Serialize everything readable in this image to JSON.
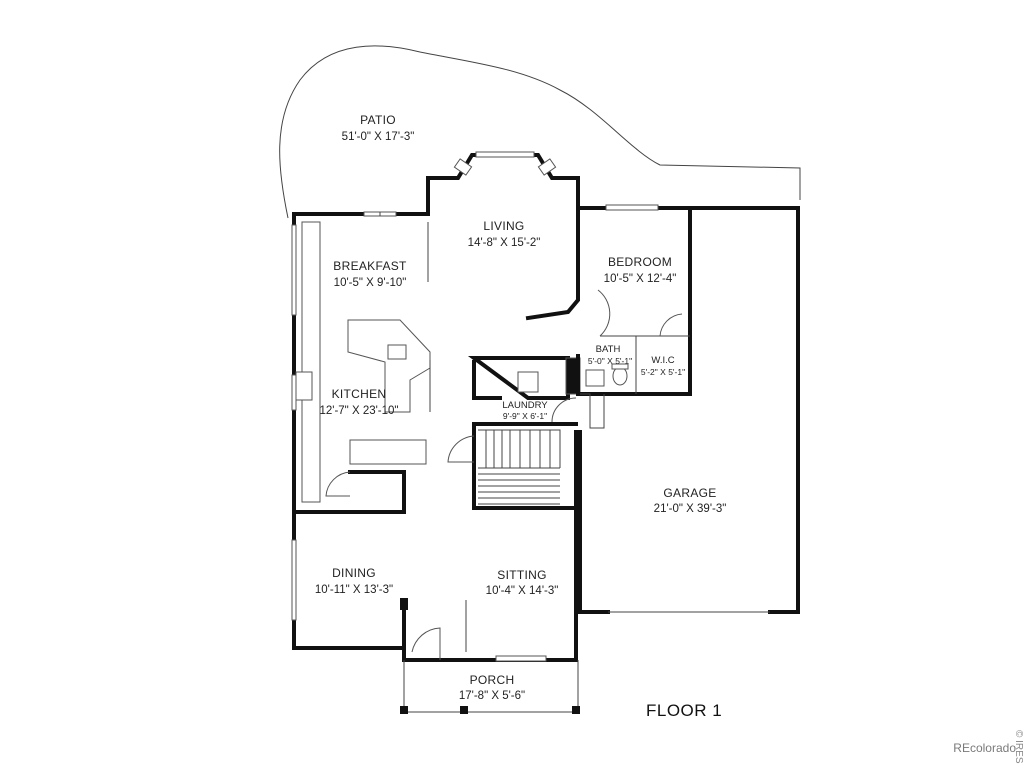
{
  "rooms": {
    "patio": {
      "name": "PATIO",
      "dims": "51'-0\" X 17'-3\""
    },
    "living": {
      "name": "LIVING",
      "dims": "14'-8\" X 15'-2\""
    },
    "breakfast": {
      "name": "BREAKFAST",
      "dims": "10'-5\" X 9'-10\""
    },
    "bedroom": {
      "name": "BEDROOM",
      "dims": "10'-5\" X 12'-4\""
    },
    "bath": {
      "name": "BATH",
      "dims": "5'-0\" X 5'-1\""
    },
    "wic": {
      "name": "W.I.C",
      "dims": "5'-2\" X 5'-1\""
    },
    "kitchen": {
      "name": "KITCHEN",
      "dims": "12'-7\" X 23'-10\""
    },
    "laundry": {
      "name": "LAUNDRY",
      "dims": "9'-9\" X 6'-1\""
    },
    "garage": {
      "name": "GARAGE",
      "dims": "21'-0\" X 39'-3\""
    },
    "dining": {
      "name": "DINING",
      "dims": "10'-11\" X 13'-3\""
    },
    "sitting": {
      "name": "SITTING",
      "dims": "10'-4\" X 14'-3\""
    },
    "porch": {
      "name": "PORCH",
      "dims": "17'-8\" X 5'-6\""
    }
  },
  "floor_label": "FLOOR 1",
  "brand": "REcolorado",
  "ires_mark": "© IRES"
}
